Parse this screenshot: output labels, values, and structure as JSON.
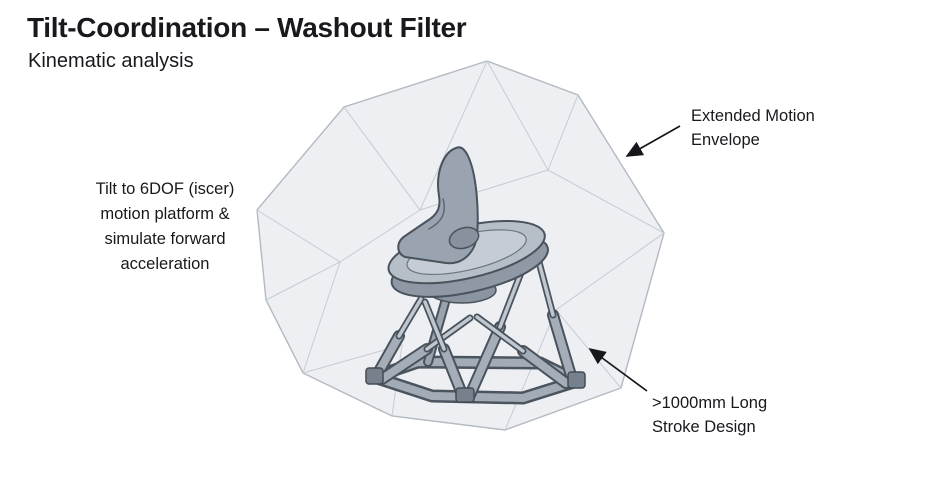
{
  "header": {
    "title": "Tilt-Coordination – Washout Filter",
    "subtitle": "Kinematic analysis"
  },
  "annotations": {
    "tilt": {
      "lines": [
        "Tilt to 6DOF (iscer)",
        "motion platform &",
        "simulate forward",
        "acceleration"
      ]
    },
    "envelope": {
      "lines": [
        "Extended Motion",
        "Envelope"
      ]
    },
    "long_stroke": {
      "lines": [
        ">1000mm Long",
        "Stroke Design"
      ]
    }
  },
  "colors": {
    "background": "#ffffff",
    "text": "#17191c",
    "arrow": "#15171a",
    "envelope_fill": "#edeff2",
    "envelope_edge": "#b3bac2",
    "machine_light": "#b6bec7",
    "machine_mid": "#9aa4b0",
    "machine_dark": "#49535d"
  }
}
